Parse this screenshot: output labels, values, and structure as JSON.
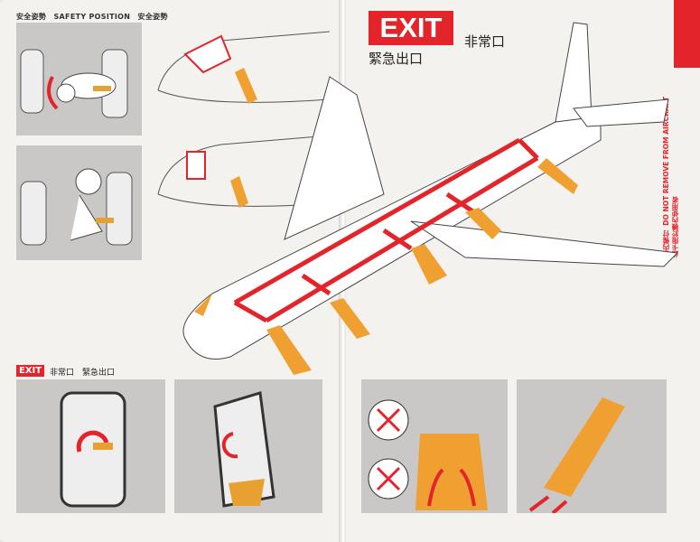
{
  "left_page": {
    "safety_position_heading": "安全姿勢　SAFETY POSITION　安全姿勢",
    "exit_label": "EXIT",
    "exit_label_jp": "非常口　緊急出口"
  },
  "right_page": {
    "exit_title": "EXIT",
    "exit_title_jp1": "非常口",
    "exit_title_jp2": "緊急出口",
    "notice_jp": "機内備付",
    "notice_en": "DO NOT REMOVE FROM AIRCRAFT",
    "notice_cn": "此卡限於機內使用者"
  },
  "colors": {
    "accent_red": "#e3242b",
    "slide_orange": "#f0a030",
    "panel_gray": "#c9c8c6"
  },
  "icons": [
    "brace-position-figure",
    "aircraft-exit-diagram",
    "door-open-arrow",
    "evacuation-slide",
    "no-high-heels-icon",
    "no-baggage-icon"
  ]
}
